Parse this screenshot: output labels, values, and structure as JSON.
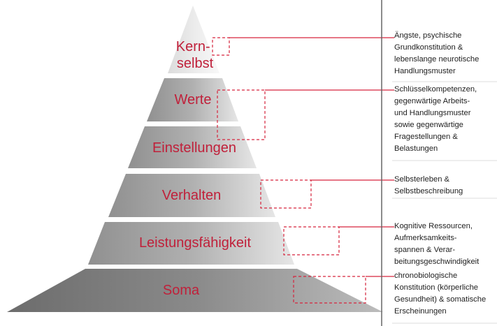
{
  "levels": [
    {
      "lines": [
        "Kern-",
        "selbst"
      ]
    },
    {
      "lines": [
        "Werte"
      ]
    },
    {
      "lines": [
        "Einstellungen"
      ]
    },
    {
      "lines": [
        "Verhalten"
      ]
    },
    {
      "lines": [
        "Leistungsfähigkeit"
      ]
    },
    {
      "lines": [
        "Soma"
      ]
    }
  ],
  "descriptions": [
    {
      "lines": [
        "Ängste, psychische",
        "Grundkonstitution &",
        "lebenslange neurotische",
        "Handlungsmuster"
      ]
    },
    {
      "lines": [
        "Schlüsselkompetenzen,",
        "gegenwärtige Arbeits-",
        "und Handlungsmuster",
        "sowie gegenwärtige",
        "Fragestellungen &",
        "Belastungen"
      ]
    },
    {
      "lines": [
        "Selbsterleben &",
        "Selbstbeschreibung"
      ]
    },
    {
      "lines": [
        "Kognitive Ressourcen,",
        "Aufmerksamkeits-",
        "spannen & Verar-",
        "beitungsgeschwindigkeit"
      ]
    },
    {
      "lines": [
        "chronobiologische",
        "Konstitution (körperliche",
        "Gesundheit) & somatische",
        "Erscheinungen"
      ]
    }
  ],
  "colors": {
    "accent": "#d6243d",
    "label": "#c0203a",
    "divider": "#666666"
  }
}
